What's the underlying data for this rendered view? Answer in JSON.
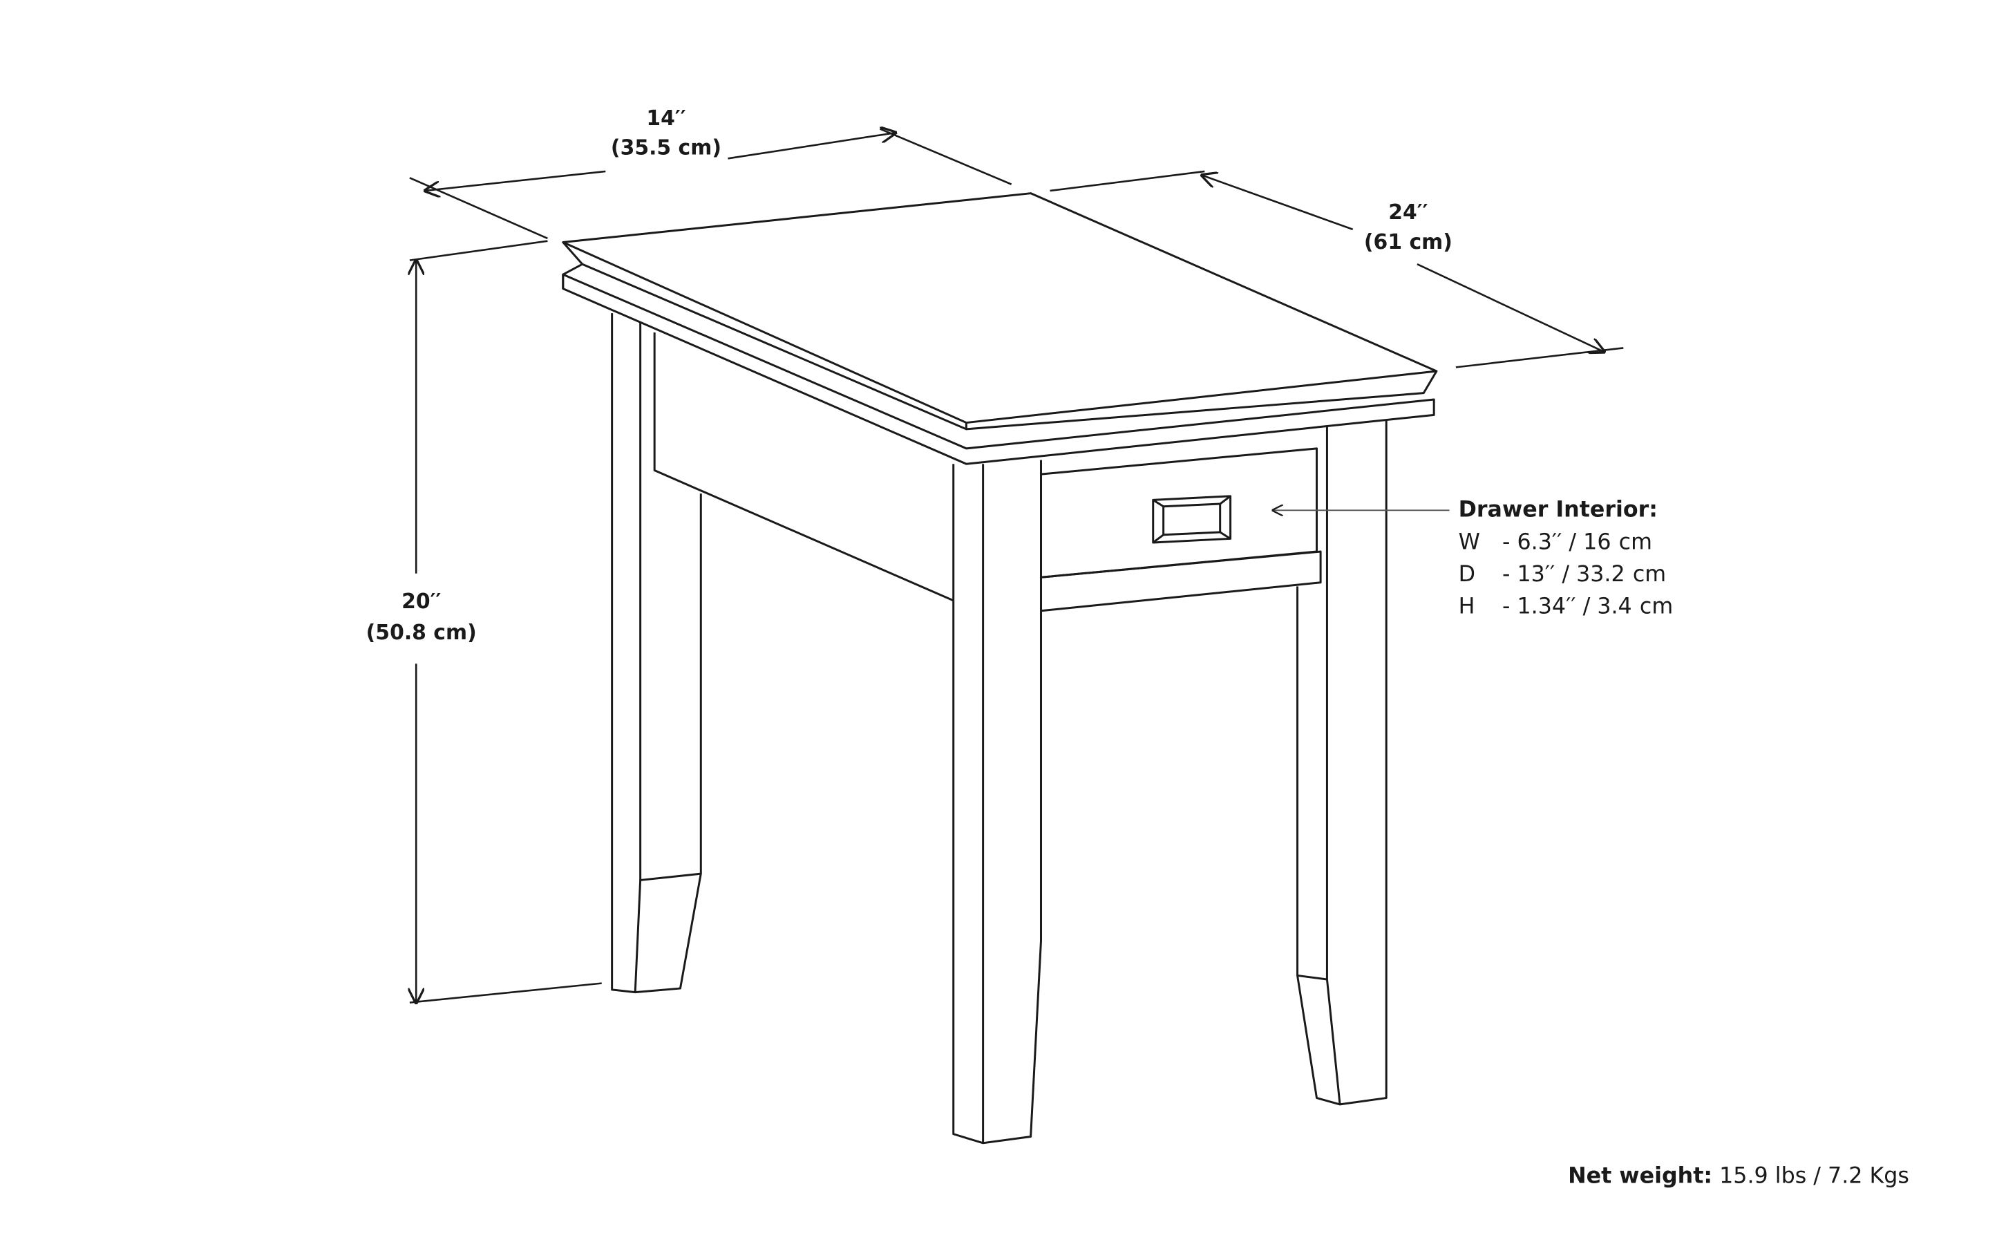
{
  "dimensions": {
    "width": {
      "inches": "14′′",
      "cm": "(35.5 cm)"
    },
    "depth": {
      "inches": "24′′",
      "cm": "(61 cm)"
    },
    "height": {
      "inches": "20′′",
      "cm": "(50.8 cm)"
    }
  },
  "drawer_interior": {
    "title": "Drawer Interior:",
    "rows": [
      {
        "label": "W",
        "value": "- 6.3′′ / 16",
        "unit": "cm"
      },
      {
        "label": "D",
        "value": "- 13′′ / 33.2",
        "unit": "cm"
      },
      {
        "label": "H",
        "value": "- 1.34′′ / 3.4",
        "unit": "cm"
      }
    ]
  },
  "net_weight": {
    "label": "Net weight:",
    "value": "15.9 lbs / 7.2 Kgs"
  },
  "colors": {
    "line": "#1a1a1a",
    "background": "#ffffff"
  }
}
